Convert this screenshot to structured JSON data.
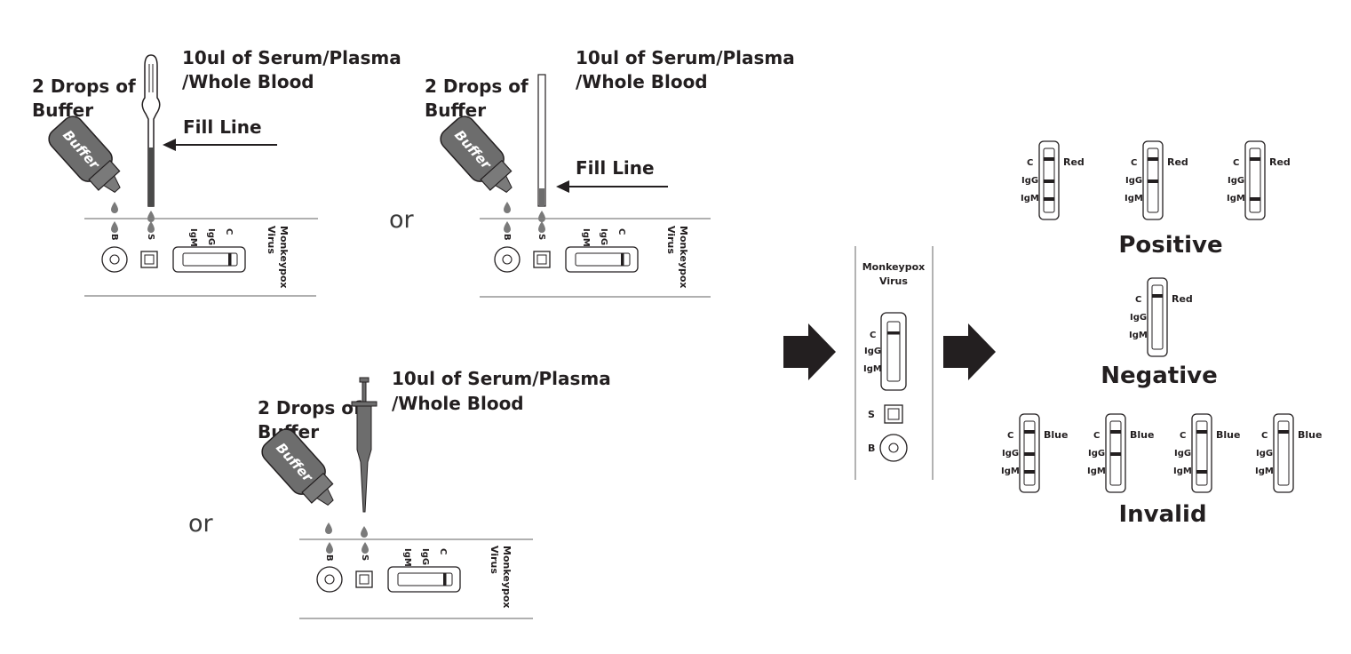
{
  "panels": {
    "dropper": {
      "buffer_label_1": "2 Drops of",
      "buffer_label_2": "Buffer",
      "sample_label_1": "10ul of Serum/Plasma",
      "sample_label_2": "/Whole Blood",
      "fill_line": "Fill Line",
      "bottle": "Buffer",
      "well_b": "B",
      "well_s": "S",
      "line_igm": "IgM",
      "line_igg": "IgG",
      "line_c": "C",
      "device_1": "Monkeypox",
      "device_2": "Virus"
    },
    "capillary": {
      "buffer_label_1": "2 Drops of",
      "buffer_label_2": "Buffer",
      "sample_label_1": "10ul of Serum/Plasma",
      "sample_label_2": "/Whole Blood",
      "fill_line": "Fill Line",
      "bottle": "Buffer",
      "well_b": "B",
      "well_s": "S",
      "line_igm": "IgM",
      "line_igg": "IgG",
      "line_c": "C",
      "device_1": "Monkeypox",
      "device_2": "Virus"
    },
    "pipette": {
      "buffer_label_1": "2 Drops of",
      "buffer_label_2": "Buffer",
      "sample_label_1": "10ul of Serum/Plasma",
      "sample_label_2": "/Whole Blood",
      "bottle": "Buffer",
      "well_b": "B",
      "well_s": "S",
      "line_igm": "IgM",
      "line_igg": "IgG",
      "line_c": "C",
      "device_1": "Monkeypox",
      "device_2": "Virus"
    }
  },
  "connectors": {
    "or_1": "or",
    "or_2": "or"
  },
  "device": {
    "title_1": "Monkeypox",
    "title_2": "Virus",
    "line_c": "C",
    "line_igg": "IgG",
    "line_igm": "IgM",
    "well_s": "S",
    "well_b": "B"
  },
  "results": {
    "positive": {
      "title": "Positive",
      "color_label": "Red",
      "strips": [
        {
          "c": "C",
          "igg": "IgG",
          "igm": "IgM",
          "bands": [
            "C",
            "IgG",
            "IgM"
          ]
        },
        {
          "c": "C",
          "igg": "IgG",
          "igm": "IgM",
          "bands": [
            "C",
            "IgG"
          ]
        },
        {
          "c": "C",
          "igg": "IgG",
          "igm": "IgM",
          "bands": [
            "C",
            "IgM"
          ]
        }
      ]
    },
    "negative": {
      "title": "Negative",
      "color_label": "Red",
      "strips": [
        {
          "c": "C",
          "igg": "IgG",
          "igm": "IgM",
          "bands": [
            "C"
          ]
        }
      ]
    },
    "invalid": {
      "title": "Invalid",
      "color_label": "Blue",
      "strips": [
        {
          "c": "C",
          "igg": "IgG",
          "igm": "IgM",
          "bands": [
            "C",
            "IgG",
            "IgM"
          ]
        },
        {
          "c": "C",
          "igg": "IgG",
          "igm": "IgM",
          "bands": [
            "C",
            "IgG"
          ]
        },
        {
          "c": "C",
          "igg": "IgG",
          "igm": "IgM",
          "bands": [
            "C",
            "IgM"
          ]
        },
        {
          "c": "C",
          "igg": "IgG",
          "igm": "IgM",
          "bands": [
            "C"
          ]
        }
      ]
    }
  },
  "colors": {
    "ink": "#231f20",
    "gray": "#7a7a7a",
    "band": "#231f20"
  }
}
